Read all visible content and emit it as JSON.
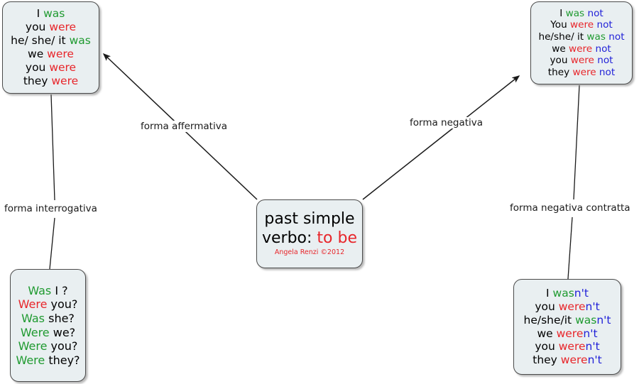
{
  "diagram": {
    "title": "past simple verbo: to be",
    "colors": {
      "box_fill": "#e9eff1",
      "box_border": "#4a4a4a",
      "green": "#1f9a30",
      "red": "#e8252a",
      "blue": "#2222d8",
      "black": "#000000",
      "background": "#ffffff"
    }
  },
  "center": {
    "line1": "past simple",
    "line2_prefix": "verbo: ",
    "line2_emphasis": "to be",
    "credit": "Angela Renzi ©2012"
  },
  "affirmative": {
    "lines": [
      {
        "subject": "I ",
        "verb": "was"
      },
      {
        "subject": "you ",
        "verb": "were"
      },
      {
        "subject": "he/ she/ it ",
        "verb": "was"
      },
      {
        "subject": "we ",
        "verb": "were"
      },
      {
        "subject": "you ",
        "verb": "were"
      },
      {
        "subject": "they ",
        "verb": "were"
      }
    ]
  },
  "negative": {
    "lines": [
      {
        "subject": "I ",
        "verb": "was",
        "negation": " not"
      },
      {
        "subject": "You ",
        "verb": "were",
        "negation": " not"
      },
      {
        "subject": "he/she/ it ",
        "verb": "was",
        "negation": " not"
      },
      {
        "subject": "we ",
        "verb": "were",
        "negation": " not"
      },
      {
        "subject": "you ",
        "verb": "were",
        "negation": " not"
      },
      {
        "subject": "they ",
        "verb": "were",
        "negation": " not"
      }
    ]
  },
  "interrogative": {
    "lines": [
      {
        "verb": "Was ",
        "subject": "I ?"
      },
      {
        "verb": "Were ",
        "subject": "you?"
      },
      {
        "verb": "Was ",
        "subject": "she?"
      },
      {
        "verb": "Were ",
        "subject": "we?"
      },
      {
        "verb": "Were ",
        "subject": "you?"
      },
      {
        "verb": "Were ",
        "subject": "they?"
      }
    ]
  },
  "negative_contracted": {
    "lines": [
      {
        "subject": "I ",
        "verb": "was",
        "contraction": "n't"
      },
      {
        "subject": "you ",
        "verb": "were",
        "contraction": "n't"
      },
      {
        "subject": "he/she/it ",
        "verb": "was",
        "contraction": "n't"
      },
      {
        "subject": "we ",
        "verb": "were",
        "contraction": "n't"
      },
      {
        "subject": "you ",
        "verb": "were",
        "contraction": "n't"
      },
      {
        "subject": "they ",
        "verb": "were",
        "contraction": "n't"
      }
    ]
  },
  "edge_labels": {
    "affermativa": "forma affermativa",
    "negativa": "forma negativa",
    "interrogativa": "forma interrogativa",
    "negativa_contratta": "forma negativa contratta"
  }
}
